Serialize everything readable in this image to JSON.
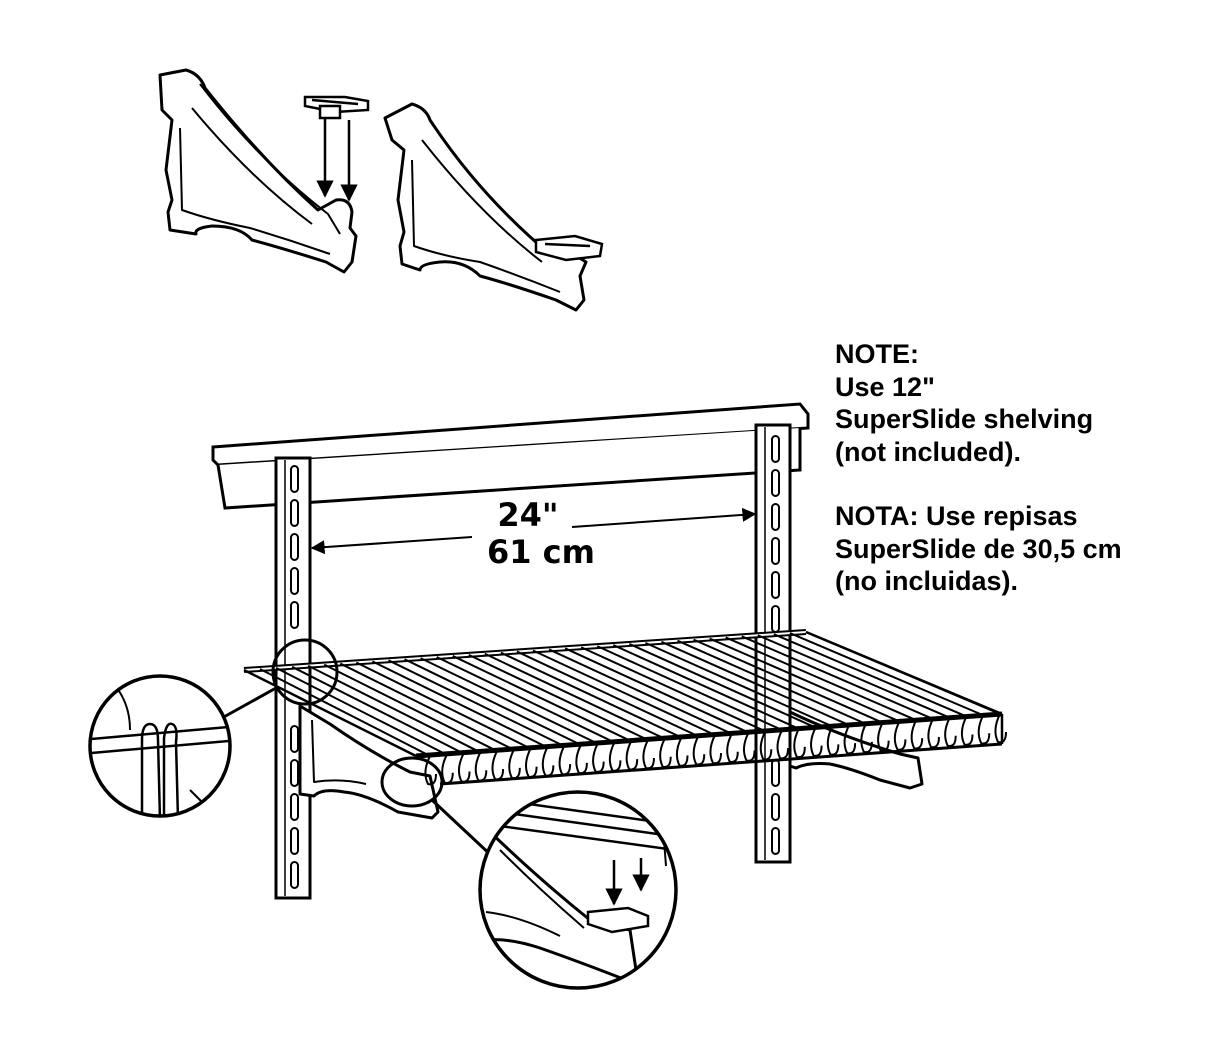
{
  "dimension": {
    "imperial": "24\"",
    "metric": "61 cm"
  },
  "note_en": {
    "title": "NOTE:",
    "line1": "Use 12\"",
    "line2": "SuperSlide shelving",
    "line3": "(not included)."
  },
  "note_es": {
    "line1": "NOTA: Use repisas",
    "line2": "SuperSlide de 30,5 cm",
    "line3": "(no incluidas)."
  },
  "colors": {
    "ink": "#000000",
    "background": "#ffffff"
  }
}
